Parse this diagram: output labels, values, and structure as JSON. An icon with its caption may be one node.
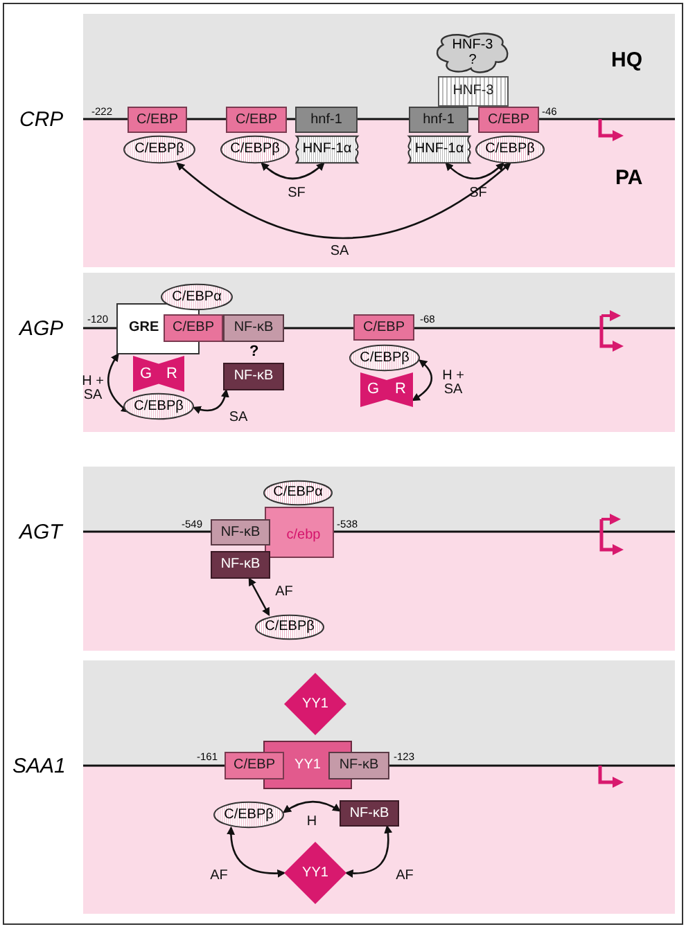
{
  "diagram": {
    "nodes": [
      {
        "text": [
          "HNF-3",
          "?"
        ]
      },
      {
        "text": [
          "HNF-3"
        ]
      },
      {
        "text": [
          "C/EBP"
        ]
      },
      {
        "text": [
          "C/EBP"
        ]
      },
      {
        "text": [
          "hnf-1"
        ]
      },
      {
        "text": [
          "hnf-1"
        ]
      },
      {
        "text": [
          "C/EBP"
        ]
      },
      {
        "text": [
          "C/EBPβ"
        ]
      },
      {
        "text": [
          "C/EBPβ"
        ]
      },
      {
        "text": [
          "HNF-1α"
        ]
      },
      {
        "text": [
          "HNF-1α"
        ]
      },
      {
        "text": [
          "C/EBPβ"
        ]
      },
      {
        "text": [
          "C/EBPα"
        ]
      },
      {
        "text": [
          "GRE"
        ]
      },
      {
        "text": [
          "C/EBP"
        ]
      },
      {
        "text": [
          "NF-κB"
        ]
      },
      {
        "text": [
          "C/EBP"
        ]
      },
      {
        "text": [
          "C/EBPβ"
        ]
      },
      {
        "text": [
          "G",
          "R"
        ]
      },
      {
        "text": [
          "NF-κB"
        ]
      },
      {
        "text": [
          "G",
          "R"
        ]
      },
      {
        "text": [
          "C/EBPβ"
        ]
      },
      {
        "text": [
          "C/EBPα"
        ]
      },
      {
        "text": [
          "NF-κB"
        ]
      },
      {
        "text": [
          "c/ebp"
        ]
      },
      {
        "text": [
          "NF-κB"
        ]
      },
      {
        "text": [
          "C/EBPβ"
        ]
      },
      {
        "text": [
          "YY1"
        ]
      },
      {
        "text": [
          "YY1"
        ]
      },
      {
        "text": [
          "C/EBP"
        ]
      },
      {
        "text": [
          "NF-κB"
        ]
      },
      {
        "text": [
          "C/EBPβ"
        ]
      },
      {
        "text": [
          "NF-κB"
        ]
      },
      {
        "text": [
          "YY1"
        ]
      }
    ],
    "edges": [
      {
        "from": 8,
        "to": 9,
        "arrow": "both",
        "label": "SF"
      },
      {
        "from": 10,
        "to": 11,
        "arrow": "both",
        "label": "SF"
      },
      {
        "from": 7,
        "to": 11,
        "arrow": "both",
        "label": "SA"
      },
      {
        "from": 13,
        "to": 21,
        "arrow": "both",
        "label": "H + SA"
      },
      {
        "from": 21,
        "to": 19,
        "arrow": "both",
        "label": "SA"
      },
      {
        "from": 17,
        "to": 20,
        "arrow": "both",
        "label": "H + SA"
      },
      {
        "from": 25,
        "to": 26,
        "arrow": "both",
        "label": "AF"
      },
      {
        "from": 31,
        "to": 32,
        "arrow": "both",
        "label": "H"
      },
      {
        "from": 31,
        "to": 33,
        "arrow": "both",
        "label": "AF"
      },
      {
        "from": 32,
        "to": 33,
        "arrow": "both",
        "label": "AF"
      }
    ],
    "labels": [
      "HQ",
      "CRP",
      "-222",
      "-46",
      "PA",
      "AGP",
      "-120",
      "-68",
      "?",
      "AGT",
      "-549",
      "-538",
      "SAA1",
      "-161",
      "-123"
    ]
  }
}
